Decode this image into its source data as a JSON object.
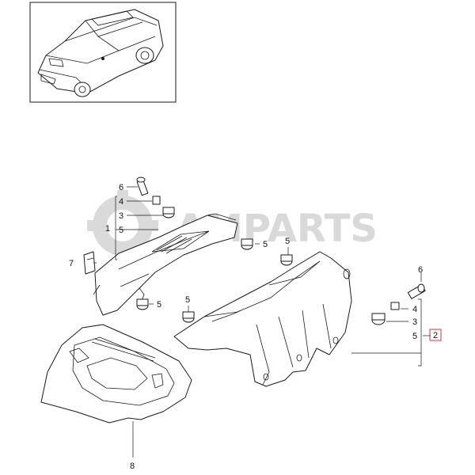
{
  "watermark": "AMPARTS",
  "callouts": {
    "left_group": {
      "n6": "6",
      "n4": "4",
      "n3": "3",
      "n1": "1",
      "n5": "5"
    },
    "left_5a": "5",
    "left_5b": "5",
    "left_7": "7",
    "mid_5a": "5",
    "mid_5b": "5",
    "right_group": {
      "n6": "6",
      "n4": "4",
      "n3": "3",
      "n5": "5",
      "n2": "2"
    },
    "bottom_8": "8"
  },
  "colors": {
    "highlight_box": "#e0303a",
    "watermark": "#d9d9d9",
    "lines": "#1a1a1a"
  }
}
